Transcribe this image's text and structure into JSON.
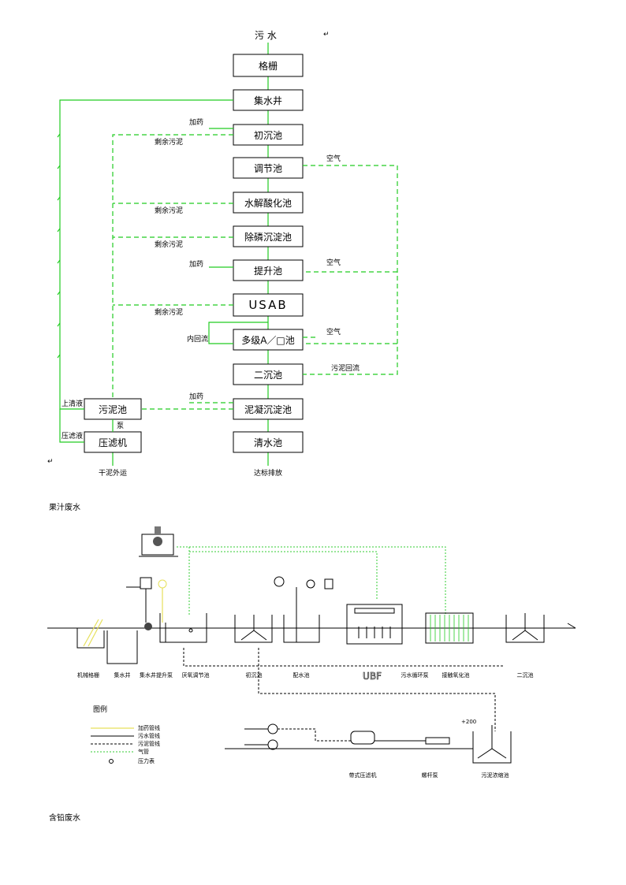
{
  "flow1": {
    "input_label": "污  水",
    "output_clean": "达标排放",
    "output_sludge": "干泥外运",
    "boxes": [
      "格栅",
      "集水井",
      "初沉池",
      "调节池",
      "水解酸化池",
      "除磷沉淀池",
      "提升池",
      "USAB",
      "多级A／□池",
      "二沉池",
      "泥凝沉淀池",
      "清水池",
      "污泥池",
      "压滤机"
    ],
    "side_labels": {
      "dosing1": "加药",
      "dosing2": "加药",
      "dosing3": "加药",
      "excess_sludge1": "剩余污泥",
      "excess_sludge2": "剩余污泥",
      "excess_sludge3": "剩余污泥",
      "excess_sludge4": "剩余污泥",
      "air1": "空气",
      "air2": "空气",
      "air3": "空气",
      "internal_reflux": "内回流",
      "sludge_return": "污泥回流",
      "supernatant": "上清液",
      "filtrate": "压滤液",
      "pump": "泵"
    }
  },
  "caption1": "果汁废水",
  "flow2": {
    "unit_labels": [
      "机械格栅",
      "集水井",
      "集水井提升泵",
      "厌氧调节池",
      "初沉池",
      "配水池",
      "UBF",
      "污水循环泵",
      "接触氧化池",
      "二沉池"
    ],
    "sludge_labels": [
      "带式压滤机",
      "螺杆泵",
      "污泥浓缩池"
    ],
    "level": "+200",
    "legend_title": "图例",
    "legend": [
      "加药管线",
      "污水管线",
      "污泥管线",
      "气管",
      "压力表"
    ]
  },
  "caption2": "含铅废水",
  "colors": {
    "green": "#22cc22",
    "yellow": "#e6e05a",
    "black": "#000000"
  }
}
